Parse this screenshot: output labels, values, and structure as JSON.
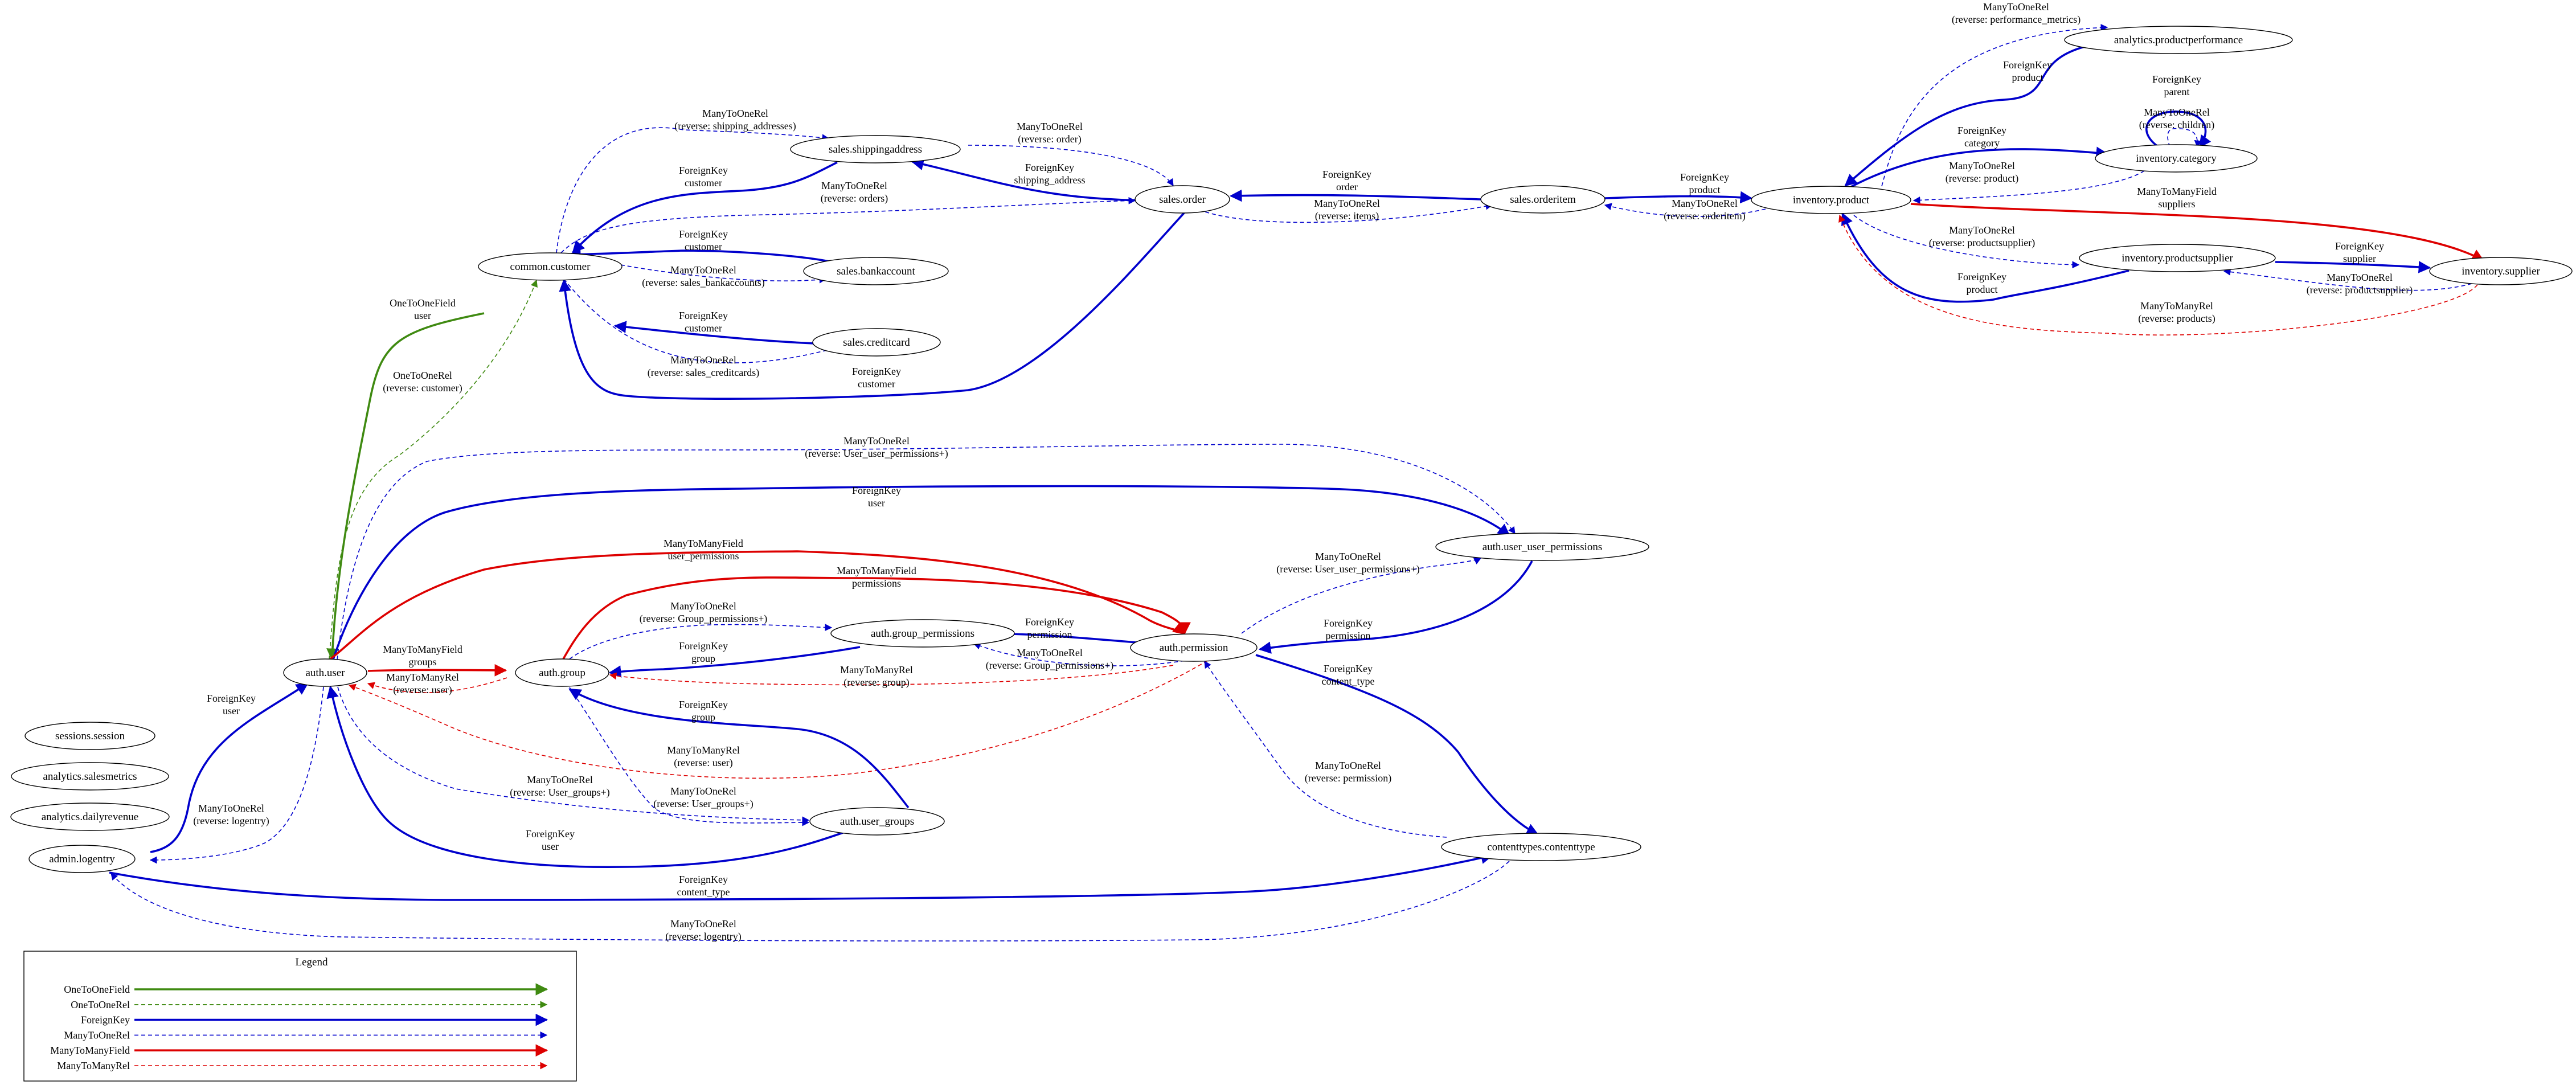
{
  "colors": {
    "OneToOneField": "#3f8a11",
    "OneToOneRel": "#3f8a11",
    "ForeignKey": "#0000cc",
    "ManyToOneRel": "#0000cc",
    "ManyToManyField": "#dd0000",
    "ManyToManyRel": "#dd0000"
  },
  "nodes": [
    {
      "id": "analytics_productperformance",
      "label": "analytics.productperformance"
    },
    {
      "id": "inventory_category",
      "label": "inventory.category"
    },
    {
      "id": "inventory_product",
      "label": "inventory.product"
    },
    {
      "id": "inventory_productsupplier",
      "label": "inventory.productsupplier"
    },
    {
      "id": "inventory_supplier",
      "label": "inventory.supplier"
    },
    {
      "id": "sales_shippingaddress",
      "label": "sales.shippingaddress"
    },
    {
      "id": "sales_order",
      "label": "sales.order"
    },
    {
      "id": "sales_orderitem",
      "label": "sales.orderitem"
    },
    {
      "id": "sales_bankaccount",
      "label": "sales.bankaccount"
    },
    {
      "id": "common_customer",
      "label": "common.customer"
    },
    {
      "id": "sales_creditcard",
      "label": "sales.creditcard"
    },
    {
      "id": "auth_user_user_permissions",
      "label": "auth.user_user_permissions"
    },
    {
      "id": "auth_group_permissions",
      "label": "auth.group_permissions"
    },
    {
      "id": "auth_permission",
      "label": "auth.permission"
    },
    {
      "id": "auth_user",
      "label": "auth.user"
    },
    {
      "id": "auth_group",
      "label": "auth.group"
    },
    {
      "id": "sessions_session",
      "label": "sessions.session"
    },
    {
      "id": "analytics_salesmetrics",
      "label": "analytics.salesmetrics"
    },
    {
      "id": "analytics_dailyrevenue",
      "label": "analytics.dailyrevenue"
    },
    {
      "id": "auth_user_groups",
      "label": "auth.user_groups"
    },
    {
      "id": "admin_logentry",
      "label": "admin.logentry"
    },
    {
      "id": "contenttypes_contenttype",
      "label": "contenttypes.contenttype"
    }
  ],
  "edges": [
    {
      "id": "e1",
      "type": "ManyToOneRel",
      "label": [
        "ManyToOneRel",
        "(reverse: performance_metrics)"
      ]
    },
    {
      "id": "e2",
      "type": "ForeignKey",
      "label": [
        "ForeignKey",
        "product"
      ]
    },
    {
      "id": "e3",
      "type": "ForeignKey",
      "label": [
        "ForeignKey",
        "parent"
      ]
    },
    {
      "id": "e4",
      "type": "ManyToOneRel",
      "label": [
        "ManyToOneRel",
        "(reverse: children)"
      ]
    },
    {
      "id": "e5",
      "type": "ForeignKey",
      "label": [
        "ForeignKey",
        "category"
      ]
    },
    {
      "id": "e6",
      "type": "ManyToOneRel",
      "label": [
        "ManyToOneRel",
        "(reverse: product)"
      ]
    },
    {
      "id": "e7",
      "type": "ManyToManyField",
      "label": [
        "ManyToManyField",
        "suppliers"
      ]
    },
    {
      "id": "e8",
      "type": "ManyToOneRel",
      "label": [
        "ManyToOneRel",
        "(reverse: productsupplier)"
      ]
    },
    {
      "id": "e9",
      "type": "ForeignKey",
      "label": [
        "ForeignKey",
        "product"
      ]
    },
    {
      "id": "e10",
      "type": "ForeignKey",
      "label": [
        "ForeignKey",
        "supplier"
      ]
    },
    {
      "id": "e11",
      "type": "ManyToOneRel",
      "label": [
        "ManyToOneRel",
        "(reverse: productsupplier)"
      ]
    },
    {
      "id": "e12",
      "type": "ManyToManyRel",
      "label": [
        "ManyToManyRel",
        "(reverse: products)"
      ]
    },
    {
      "id": "e13",
      "type": "ForeignKey",
      "label": [
        "ForeignKey",
        "product"
      ]
    },
    {
      "id": "e14",
      "type": "ManyToOneRel",
      "label": [
        "ManyToOneRel",
        "(reverse: orderitem)"
      ]
    },
    {
      "id": "e15",
      "type": "ForeignKey",
      "label": [
        "ForeignKey",
        "order"
      ]
    },
    {
      "id": "e16",
      "type": "ManyToOneRel",
      "label": [
        "ManyToOneRel",
        "(reverse: items)"
      ]
    },
    {
      "id": "e17",
      "type": "ManyToOneRel",
      "label": [
        "ManyToOneRel",
        "(reverse: order)"
      ]
    },
    {
      "id": "e18",
      "type": "ForeignKey",
      "label": [
        "ForeignKey",
        "shipping_address"
      ]
    },
    {
      "id": "e19",
      "type": "ManyToOneRel",
      "label": [
        "ManyToOneRel",
        "(reverse: shipping_addresses)"
      ]
    },
    {
      "id": "e20",
      "type": "ForeignKey",
      "label": [
        "ForeignKey",
        "customer"
      ]
    },
    {
      "id": "e21",
      "type": "ManyToOneRel",
      "label": [
        "ManyToOneRel",
        "(reverse: orders)"
      ]
    },
    {
      "id": "e22",
      "type": "ForeignKey",
      "label": [
        "ForeignKey",
        "customer"
      ]
    },
    {
      "id": "e23",
      "type": "ManyToOneRel",
      "label": [
        "ManyToOneRel",
        "(reverse: sales_bankaccounts)"
      ]
    },
    {
      "id": "e24",
      "type": "ForeignKey",
      "label": [
        "ForeignKey",
        "customer"
      ]
    },
    {
      "id": "e25",
      "type": "ManyToOneRel",
      "label": [
        "ManyToOneRel",
        "(reverse: sales_creditcards)"
      ]
    },
    {
      "id": "e26",
      "type": "ForeignKey",
      "label": [
        "ForeignKey",
        "customer"
      ]
    },
    {
      "id": "e27",
      "type": "OneToOneField",
      "label": [
        "OneToOneField",
        "user"
      ]
    },
    {
      "id": "e28",
      "type": "OneToOneRel",
      "label": [
        "OneToOneRel",
        "(reverse: customer)"
      ]
    },
    {
      "id": "e29",
      "type": "ManyToOneRel",
      "label": [
        "ManyToOneRel",
        "(reverse: User_user_permissions+)"
      ]
    },
    {
      "id": "e30",
      "type": "ForeignKey",
      "label": [
        "ForeignKey",
        "user"
      ]
    },
    {
      "id": "e31",
      "type": "ManyToManyField",
      "label": [
        "ManyToManyField",
        "user_permissions"
      ]
    },
    {
      "id": "e32",
      "type": "ManyToManyField",
      "label": [
        "ManyToManyField",
        "permissions"
      ]
    },
    {
      "id": "e33",
      "type": "ManyToOneRel",
      "label": [
        "ManyToOneRel",
        "(reverse: User_user_permissions+)"
      ]
    },
    {
      "id": "e34",
      "type": "ForeignKey",
      "label": [
        "ForeignKey",
        "permission"
      ]
    },
    {
      "id": "e35",
      "type": "ManyToOneRel",
      "label": [
        "ManyToOneRel",
        "(reverse: Group_permissions+)"
      ]
    },
    {
      "id": "e36",
      "type": "ForeignKey",
      "label": [
        "ForeignKey",
        "permission"
      ]
    },
    {
      "id": "e37",
      "type": "ManyToOneRel",
      "label": [
        "ManyToOneRel",
        "(reverse: Group_permissions+)"
      ]
    },
    {
      "id": "e38",
      "type": "ForeignKey",
      "label": [
        "ForeignKey",
        "group"
      ]
    },
    {
      "id": "e39",
      "type": "ManyToManyRel",
      "label": [
        "ManyToManyRel",
        "(reverse: group)"
      ]
    },
    {
      "id": "e40",
      "type": "ManyToManyField",
      "label": [
        "ManyToManyField",
        "groups"
      ]
    },
    {
      "id": "e41",
      "type": "ManyToManyRel",
      "label": [
        "ManyToManyRel",
        "(reverse: user)"
      ]
    },
    {
      "id": "e42",
      "type": "ManyToManyRel",
      "label": [
        "ManyToManyRel",
        "(reverse: user)"
      ]
    },
    {
      "id": "e43",
      "type": "ForeignKey",
      "label": [
        "ForeignKey",
        "content_type"
      ]
    },
    {
      "id": "e44",
      "type": "ManyToOneRel",
      "label": [
        "ManyToOneRel",
        "(reverse: permission)"
      ]
    },
    {
      "id": "e45",
      "type": "ForeignKey",
      "label": [
        "ForeignKey",
        "group"
      ]
    },
    {
      "id": "e46",
      "type": "ManyToOneRel",
      "label": [
        "ManyToOneRel",
        "(reverse: User_groups+)"
      ]
    },
    {
      "id": "e47",
      "type": "ManyToOneRel",
      "label": [
        "ManyToOneRel",
        "(reverse: User_groups+)"
      ]
    },
    {
      "id": "e48",
      "type": "ForeignKey",
      "label": [
        "ForeignKey",
        "user"
      ]
    },
    {
      "id": "e49",
      "type": "ForeignKey",
      "label": [
        "ForeignKey",
        "user"
      ]
    },
    {
      "id": "e50",
      "type": "ManyToOneRel",
      "label": [
        "ManyToOneRel",
        "(reverse: logentry)"
      ]
    },
    {
      "id": "e51",
      "type": "ForeignKey",
      "label": [
        "ForeignKey",
        "content_type"
      ]
    },
    {
      "id": "e52",
      "type": "ManyToOneRel",
      "label": [
        "ManyToOneRel",
        "(reverse: logentry)"
      ]
    }
  ],
  "legend": {
    "title": "Legend",
    "items": [
      {
        "type": "OneToOneField",
        "label": "OneToOneField"
      },
      {
        "type": "OneToOneRel",
        "label": "OneToOneRel"
      },
      {
        "type": "ForeignKey",
        "label": "ForeignKey"
      },
      {
        "type": "ManyToOneRel",
        "label": "ManyToOneRel"
      },
      {
        "type": "ManyToManyField",
        "label": "ManyToManyField"
      },
      {
        "type": "ManyToManyRel",
        "label": "ManyToManyRel"
      }
    ]
  }
}
